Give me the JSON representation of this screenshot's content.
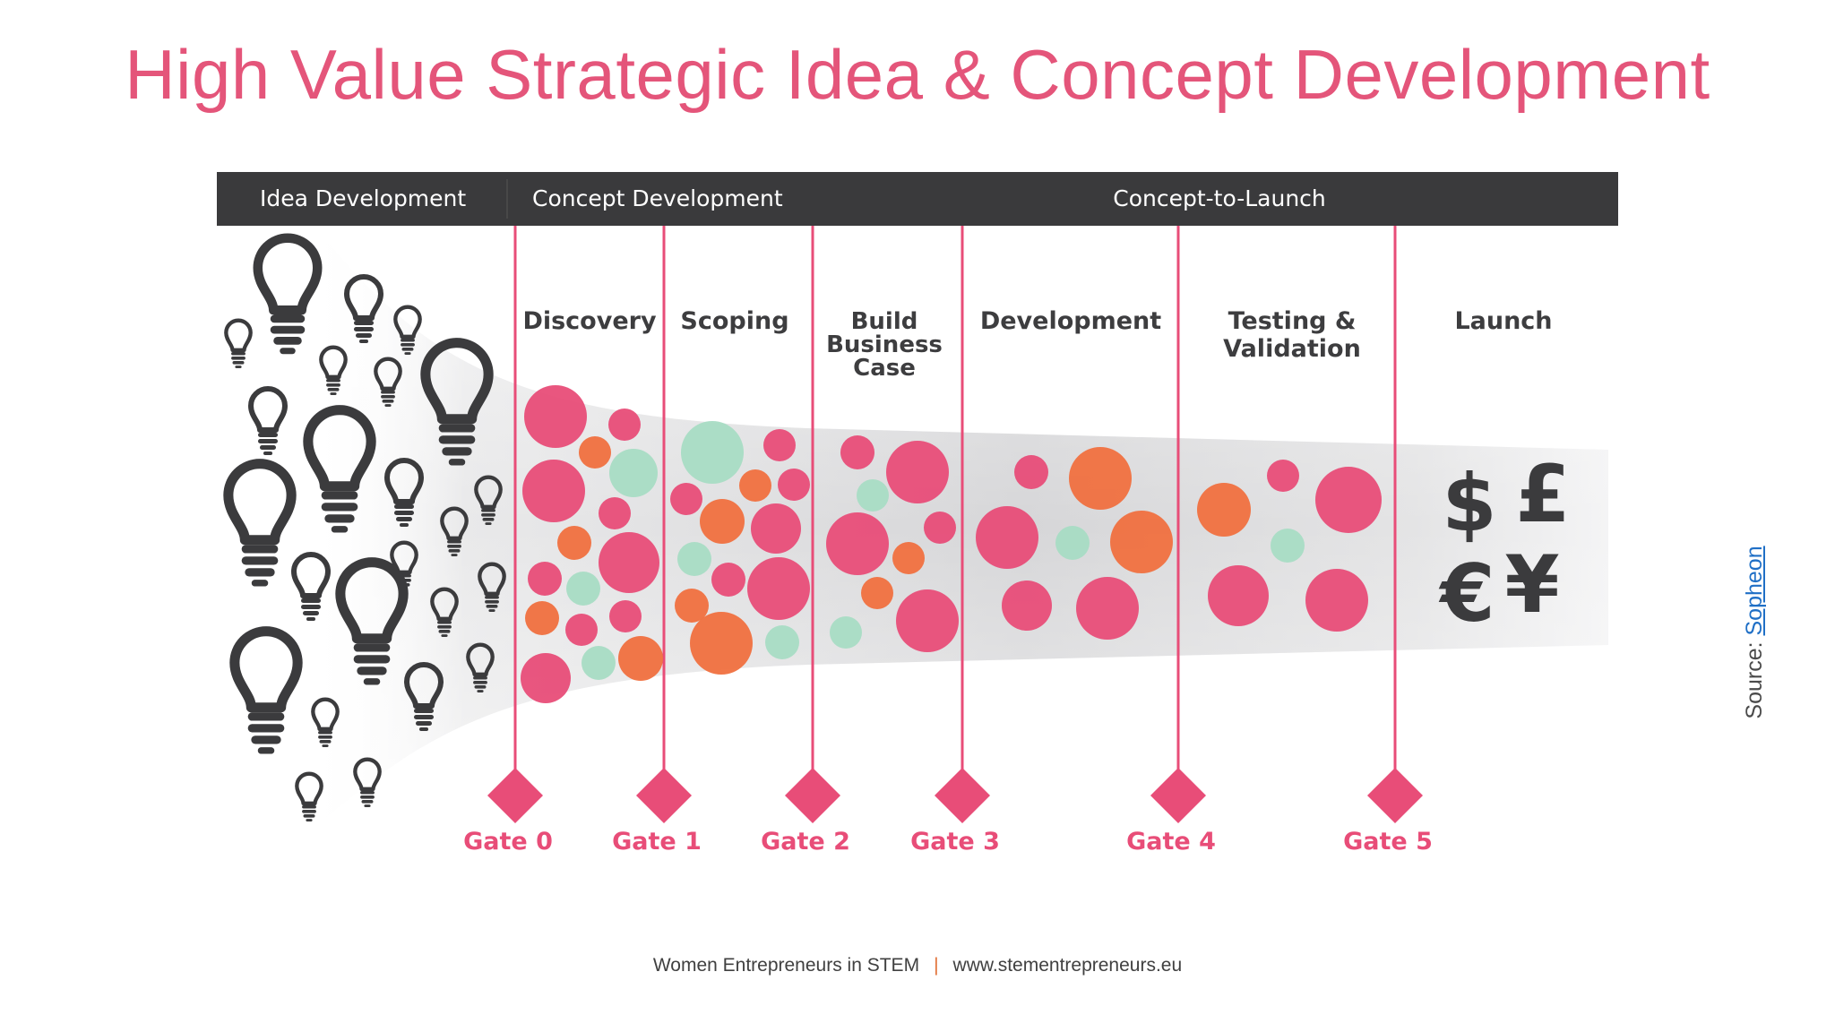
{
  "title": "High Value Strategic Idea & Concept Development",
  "header_bar": {
    "phases": [
      "Idea Development",
      "Concept Development",
      "Concept-to-Launch"
    ]
  },
  "stages": [
    {
      "lines": [
        "Discovery"
      ]
    },
    {
      "lines": [
        "Scoping"
      ]
    },
    {
      "lines": [
        "Build",
        "Business",
        "Case"
      ]
    },
    {
      "lines": [
        "Development"
      ]
    },
    {
      "lines": [
        "Testing &",
        "Validation"
      ]
    },
    {
      "lines": [
        "Launch"
      ]
    }
  ],
  "gates": [
    "Gate 0",
    "Gate 1",
    "Gate 2",
    "Gate 3",
    "Gate 4",
    "Gate 5"
  ],
  "currency_symbols": [
    "$",
    "£",
    "€",
    "¥"
  ],
  "source": {
    "prefix": "Source: ",
    "link_text": "Sopheon"
  },
  "footer": {
    "org": "Women Entrepreneurs in STEM",
    "separator": "|",
    "url": "www.stementrepreneurs.eu"
  },
  "colors": {
    "accent_pink": "#e84d78",
    "orange": "#f0703f",
    "mint": "#a8dcc4",
    "bulb_dark": "#3b3b3d",
    "header_bar": "#3a3a3c"
  },
  "icons": [
    "lightbulb-icon"
  ]
}
